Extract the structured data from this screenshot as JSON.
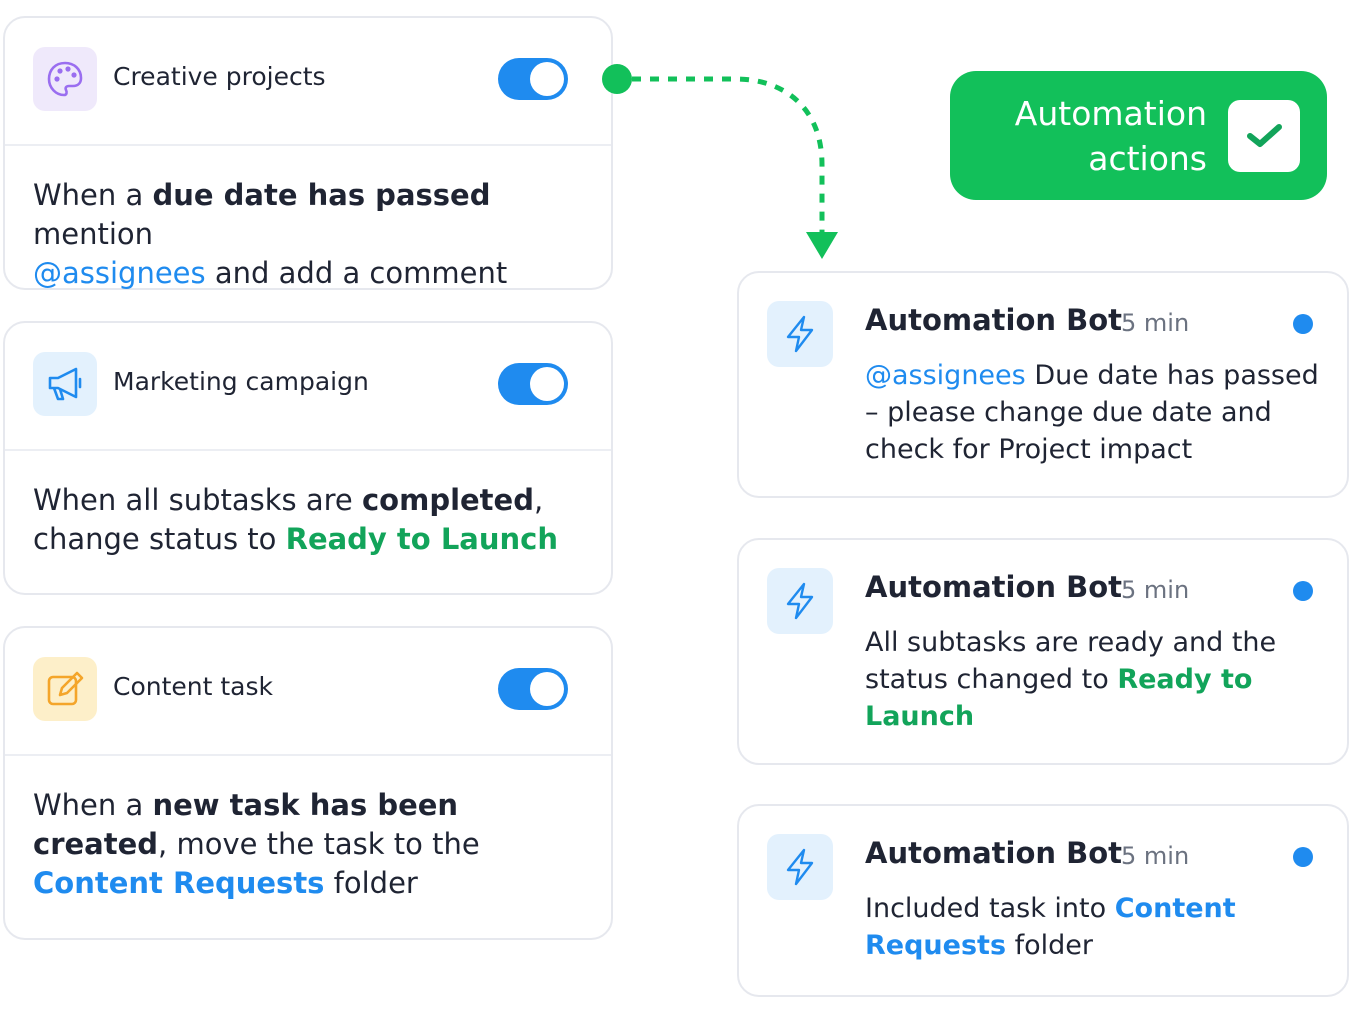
{
  "colors": {
    "accent_blue": "#1f8bef",
    "accent_green": "#12a45a",
    "badge_green": "#12c05a",
    "text_dark": "#1f2433",
    "muted": "#6b7280"
  },
  "badge": {
    "line1": "Automation",
    "line2": "actions",
    "icon": "check-icon"
  },
  "rules": [
    {
      "title": "Creative projects",
      "icon": "palette-icon",
      "toggle_on": true,
      "desc": {
        "t1": "When a ",
        "b1": "due date has passed",
        "t2": " mention ",
        "link": "@assignees",
        "t3": " and add a comment"
      }
    },
    {
      "title": "Marketing campaign",
      "icon": "megaphone-icon",
      "toggle_on": true,
      "desc": {
        "t1": "When all subtasks are ",
        "b1": "completed",
        "t2": ", change status to ",
        "status": "Ready to Launch"
      }
    },
    {
      "title": "Content task",
      "icon": "edit-icon",
      "toggle_on": true,
      "desc": {
        "t1": "When a ",
        "b1": "new task has been created",
        "t2": ", move the task to the ",
        "link": "Content Requests",
        "t3": " folder"
      }
    }
  ],
  "bots": [
    {
      "name": "Automation Bot",
      "time": "5 min",
      "icon": "lightning-icon",
      "msg": {
        "link": "@assignees",
        "t1": " Due date has passed – please change due date and check for Project impact"
      }
    },
    {
      "name": "Automation Bot",
      "time": "5 min",
      "icon": "lightning-icon",
      "msg": {
        "t1": "All subtasks are ready and the status changed to ",
        "status": "Ready to Launch"
      }
    },
    {
      "name": "Automation Bot",
      "time": "5 min",
      "icon": "lightning-icon",
      "msg": {
        "t1": "Included task into ",
        "link": "Content Requests",
        "t2": " folder"
      }
    }
  ]
}
